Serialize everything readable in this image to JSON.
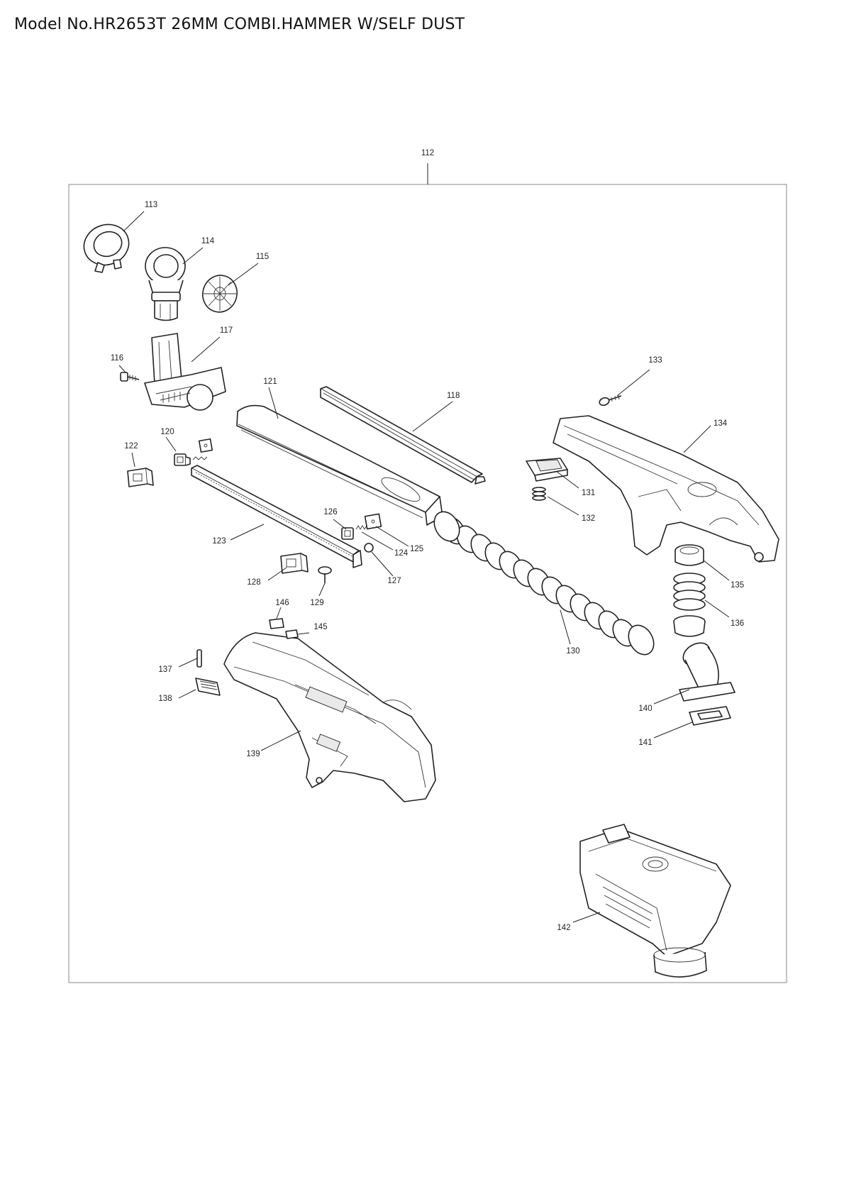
{
  "title": "Model No.HR2653T 26MM COMBI.HAMMER W/SELF DUST",
  "assembly_number": "112",
  "callouts": [
    {
      "id": "113",
      "icon": "ring-collar-icon"
    },
    {
      "id": "114",
      "icon": "nozzle-joint-icon"
    },
    {
      "id": "115",
      "icon": "disc-filter-icon"
    },
    {
      "id": "116",
      "icon": "screw-icon"
    },
    {
      "id": "117",
      "icon": "nozzle-body-icon"
    },
    {
      "id": "118",
      "icon": "rail-icon"
    },
    {
      "id": "120",
      "icon": "clip-icon"
    },
    {
      "id": "121",
      "icon": "cover-icon"
    },
    {
      "id": "122",
      "icon": "cap-icon"
    },
    {
      "id": "123",
      "icon": "rack-bar-icon"
    },
    {
      "id": "124",
      "icon": "spring-icon"
    },
    {
      "id": "125",
      "icon": "plate-icon"
    },
    {
      "id": "126",
      "icon": "clip-icon"
    },
    {
      "id": "127",
      "icon": "nut-icon"
    },
    {
      "id": "128",
      "icon": "cap-icon"
    },
    {
      "id": "129",
      "icon": "screw-icon"
    },
    {
      "id": "130",
      "icon": "hose-icon"
    },
    {
      "id": "131",
      "icon": "button-icon"
    },
    {
      "id": "132",
      "icon": "spring-icon"
    },
    {
      "id": "133",
      "icon": "screw-icon"
    },
    {
      "id": "134",
      "icon": "housing-icon"
    },
    {
      "id": "135",
      "icon": "ring-seal-icon"
    },
    {
      "id": "136",
      "icon": "bellows-icon"
    },
    {
      "id": "137",
      "icon": "pin-icon"
    },
    {
      "id": "138",
      "icon": "pad-icon"
    },
    {
      "id": "139",
      "icon": "case-icon"
    },
    {
      "id": "140",
      "icon": "elbow-icon"
    },
    {
      "id": "141",
      "icon": "gasket-icon"
    },
    {
      "id": "142",
      "icon": "dust-box-icon"
    },
    {
      "id": "145",
      "icon": "block-icon"
    },
    {
      "id": "146",
      "icon": "block-icon"
    }
  ]
}
